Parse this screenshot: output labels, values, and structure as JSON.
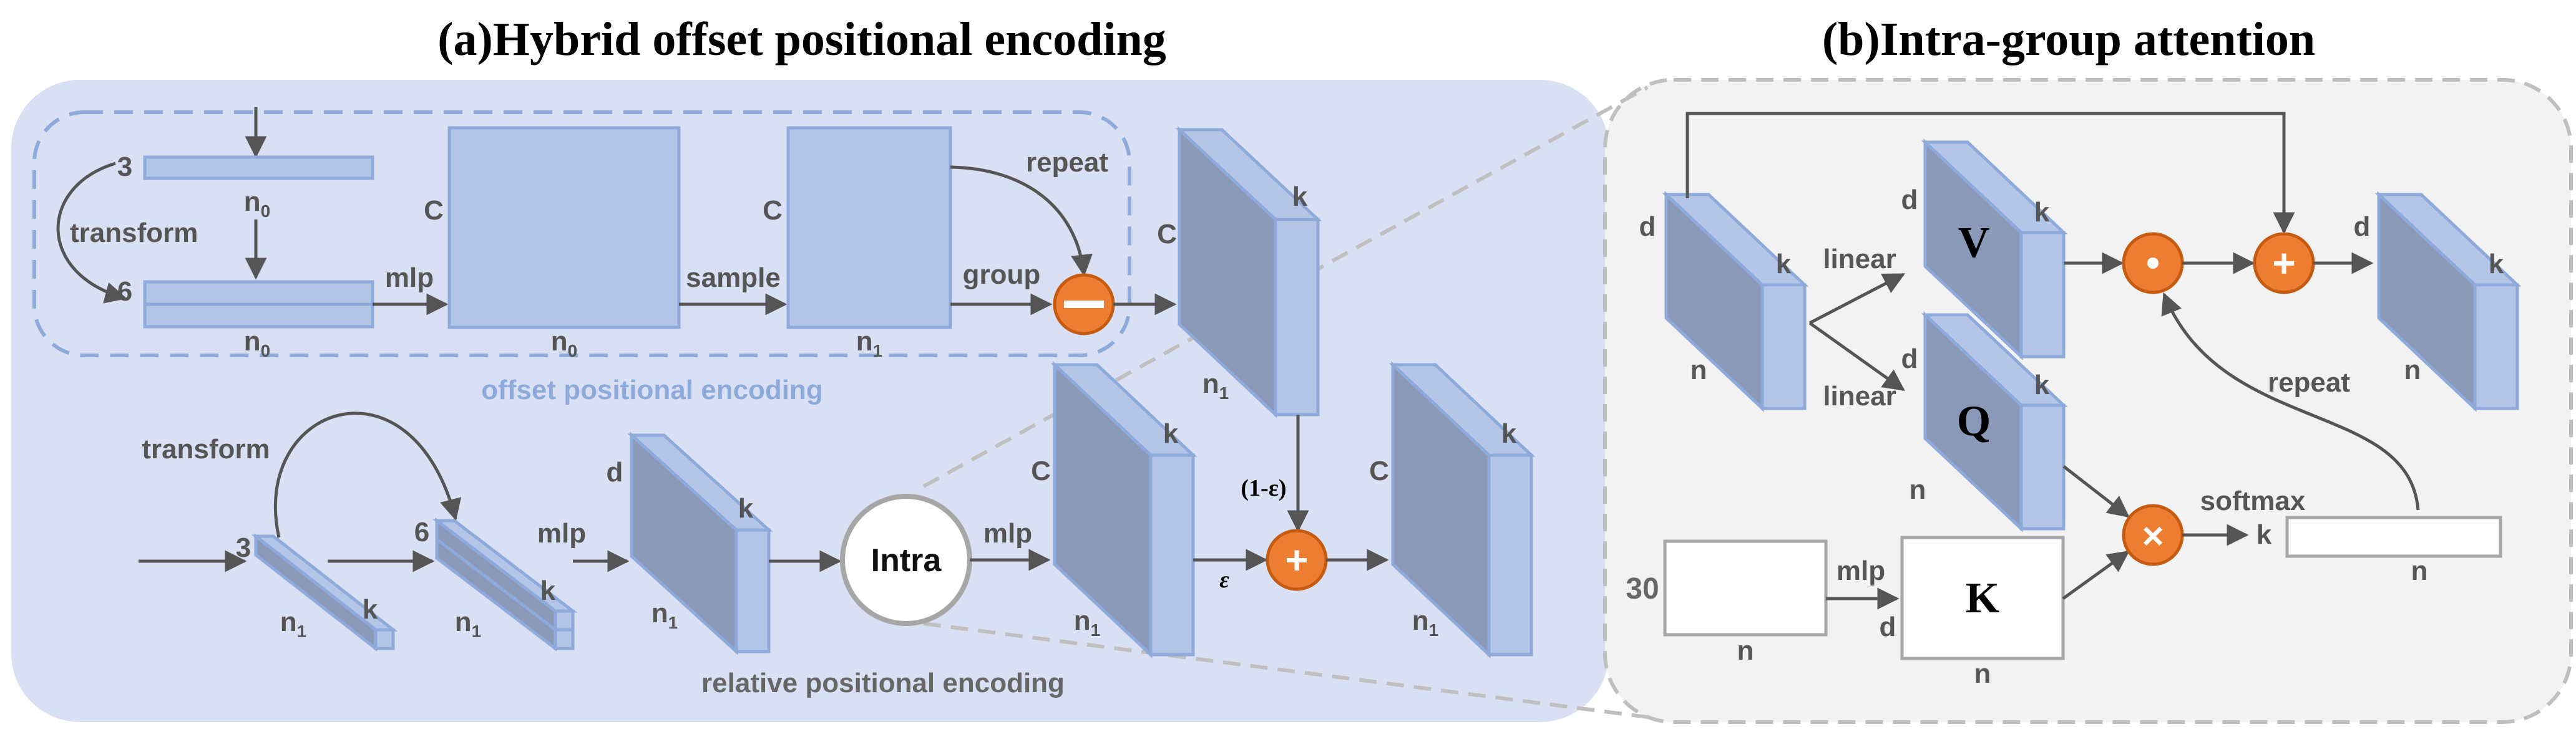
{
  "titles": {
    "a": "(a)Hybrid offset positional encoding",
    "b": "(b)Intra-group attention"
  },
  "panel_a": {
    "offset_box_caption": "offset positional encoding",
    "relative_caption": "relative positional encoding",
    "labels": {
      "three_top": "3",
      "six_top": "6",
      "transform_top": "transform",
      "n0": "n",
      "n0_sub": "0",
      "mlp_top": "mlp",
      "c": "C",
      "sample": "sample",
      "group": "group",
      "repeat": "repeat",
      "n1": "n",
      "n1_sub": "1",
      "k": "k",
      "transform_bottom": "transform",
      "three_bottom": "3",
      "six_bottom": "6",
      "mlp_bottom": "mlp",
      "d": "d",
      "intra": "Intra",
      "mlp_after_intra": "mlp",
      "one_minus_eps": "(1-ε)",
      "eps": "ε"
    },
    "colors": {
      "panel_bg": "#d9e0f3",
      "block_fill": "#b4c6e7",
      "block_stroke": "#8eaadb",
      "block_face_dark": "#8b99b8",
      "dashed_border": "#8eaadb",
      "orange": "#ed7d31",
      "caption_blue": "#8eaadb",
      "text_gray": "#555555"
    },
    "operators": {
      "minus": "—",
      "plus": "+"
    }
  },
  "panel_b": {
    "labels": {
      "d": "d",
      "k": "k",
      "n": "n",
      "linear": "linear",
      "V": "V",
      "Q": "Q",
      "K": "K",
      "repeat": "repeat",
      "softmax": "softmax",
      "thirty": "30",
      "mlp": "mlp"
    },
    "operators": {
      "dot": "·",
      "plus": "+",
      "times": "×"
    },
    "colors": {
      "panel_bg": "#f2f2f2",
      "dashed_border": "#bfbfbf"
    }
  }
}
